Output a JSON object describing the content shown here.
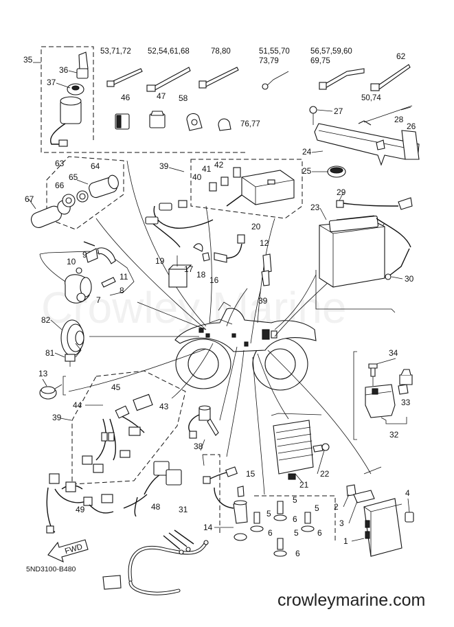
{
  "watermark": "Crowley Marine",
  "diagram_code": "5ND3100-B480",
  "website": "crowleymarine.com",
  "fwd_label": "FWD",
  "callouts": {
    "c35": "35",
    "c36": "36",
    "c37": "37",
    "c53": "53,71,72",
    "c52": "52,54,61,68",
    "c78": "78,80",
    "c51a": "51,55,70",
    "c51b": "73,79",
    "c56a": "56,57,59,60",
    "c56b": "69,75",
    "c62": "62",
    "c46": "46",
    "c47": "47",
    "c58": "58",
    "c76": "76,77",
    "c50": "50,74",
    "c27": "27",
    "c28": "28",
    "c26": "26",
    "c24": "24",
    "c25": "25",
    "c63": "63",
    "c64": "64",
    "c65": "65",
    "c66": "66",
    "c67": "67",
    "c39a": "39",
    "c41": "41",
    "c42": "42",
    "c40": "40",
    "c29": "29",
    "c23": "23",
    "c30": "30",
    "c20": "20",
    "c12": "12",
    "c19": "19",
    "c17": "17",
    "c18": "18",
    "c16": "16",
    "c10": "10",
    "c9": "9",
    "c11": "11",
    "c8": "8",
    "c7": "7",
    "c82": "82",
    "c81": "81",
    "c39b": "39",
    "c13": "13",
    "c44": "44",
    "c45": "45",
    "c43": "43",
    "c39c": "39",
    "c34": "34",
    "c33": "33",
    "c32": "32",
    "c38": "38",
    "c21": "21",
    "c22": "22",
    "c15": "15",
    "c14": "14",
    "c49": "49",
    "c48": "48",
    "c31": "31",
    "c2": "2",
    "c3": "3",
    "c4": "4",
    "c1": "1",
    "c5a": "5",
    "c5b": "5",
    "c5c": "5",
    "c5d": "5",
    "c6a": "6",
    "c6b": "6",
    "c6c": "6",
    "c6d": "6"
  }
}
